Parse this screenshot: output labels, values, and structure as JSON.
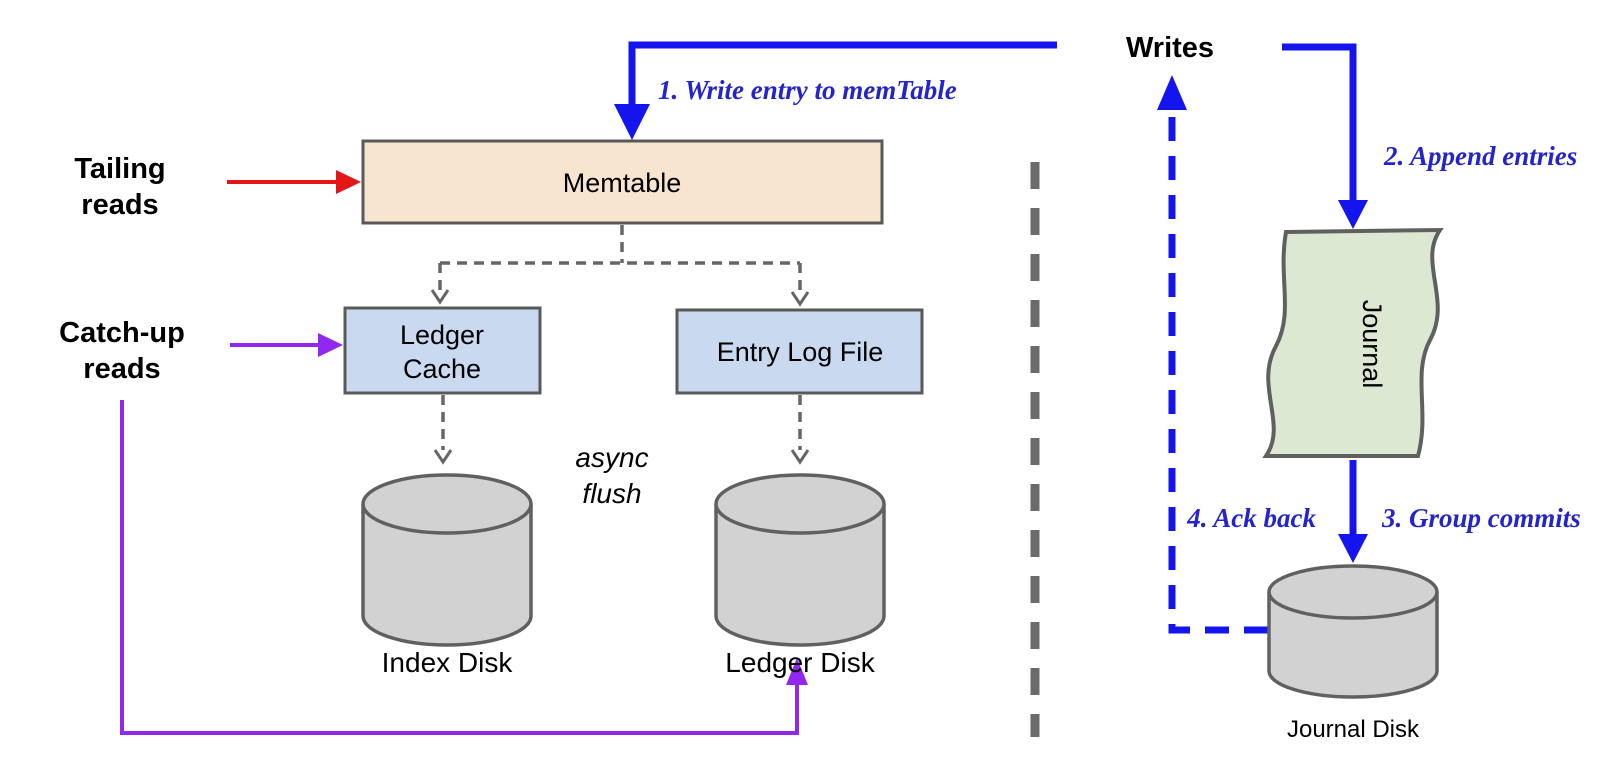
{
  "diagram": {
    "left_labels": {
      "tailing_reads_line1": "Tailing",
      "tailing_reads_line2": "reads",
      "catchup_reads_line1": "Catch-up",
      "catchup_reads_line2": "reads",
      "async_flush_line1": "async",
      "async_flush_line2": "flush"
    },
    "nodes": {
      "memtable": "Memtable",
      "ledger_cache_line1": "Ledger",
      "ledger_cache_line2": "Cache",
      "entry_log_file": "Entry Log File",
      "index_disk": "Index Disk",
      "ledger_disk": "Ledger Disk",
      "journal": "Journal",
      "journal_disk": "Journal Disk"
    },
    "right_labels": {
      "writes": "Writes"
    },
    "steps": {
      "step1": "1. Write entry to memTable",
      "step2": "2. Append entries",
      "step3": "3. Group commits",
      "step4": "4. Ack back"
    }
  },
  "colors": {
    "background": "#ffffff",
    "blue_line": "#1414ee",
    "blue_text": "#2424cc",
    "red": "#e51616",
    "purple": "#9128f0",
    "gray_dash": "#666666",
    "divider": "#6b6b6b",
    "box_border": "#595959",
    "memtable_fill": "#f8e5d0",
    "cache_fill": "#c9d9f0",
    "journal_fill": "#dde8d2",
    "disk_fill": "#d2d2d2",
    "disk_border": "#606060",
    "text": "#000000"
  }
}
